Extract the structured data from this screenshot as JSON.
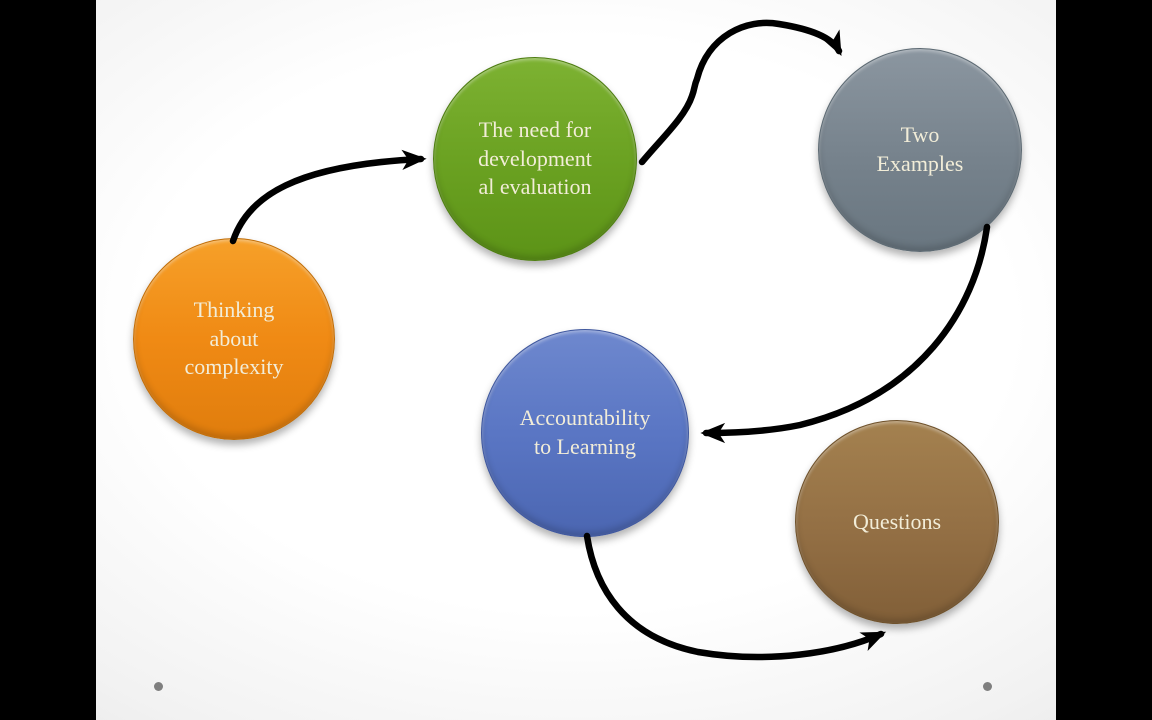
{
  "app": {
    "type": "presentation-slide",
    "letterbox_color": "#000000"
  },
  "slide": {
    "background": {
      "center": "#ffffff",
      "edge": "#d2d2d2"
    },
    "text_color": "#f2edd8",
    "arrow_color": "#000000",
    "nodes": [
      {
        "id": "thinking-about-complexity",
        "label": "Thinking\nabout\ncomplexity",
        "color": "#f08a14"
      },
      {
        "id": "need-for-developmental-evaluation",
        "label": "The need for\ndevelopment\nal evaluation",
        "color": "#6ba222"
      },
      {
        "id": "two-examples",
        "label": "Two\nExamples",
        "color": "#76828c"
      },
      {
        "id": "accountability-to-learning",
        "label": "Accountability\nto Learning",
        "color": "#5a76c4"
      },
      {
        "id": "questions",
        "label": "Questions",
        "color": "#936f44"
      }
    ],
    "connections": [
      {
        "from": "thinking-about-complexity",
        "to": "need-for-developmental-evaluation"
      },
      {
        "from": "need-for-developmental-evaluation",
        "to": "two-examples"
      },
      {
        "from": "two-examples",
        "to": "accountability-to-learning"
      },
      {
        "from": "accountability-to-learning",
        "to": "questions"
      }
    ],
    "pagination_dots": {
      "count": 2,
      "color": "#7f7f7f"
    }
  }
}
